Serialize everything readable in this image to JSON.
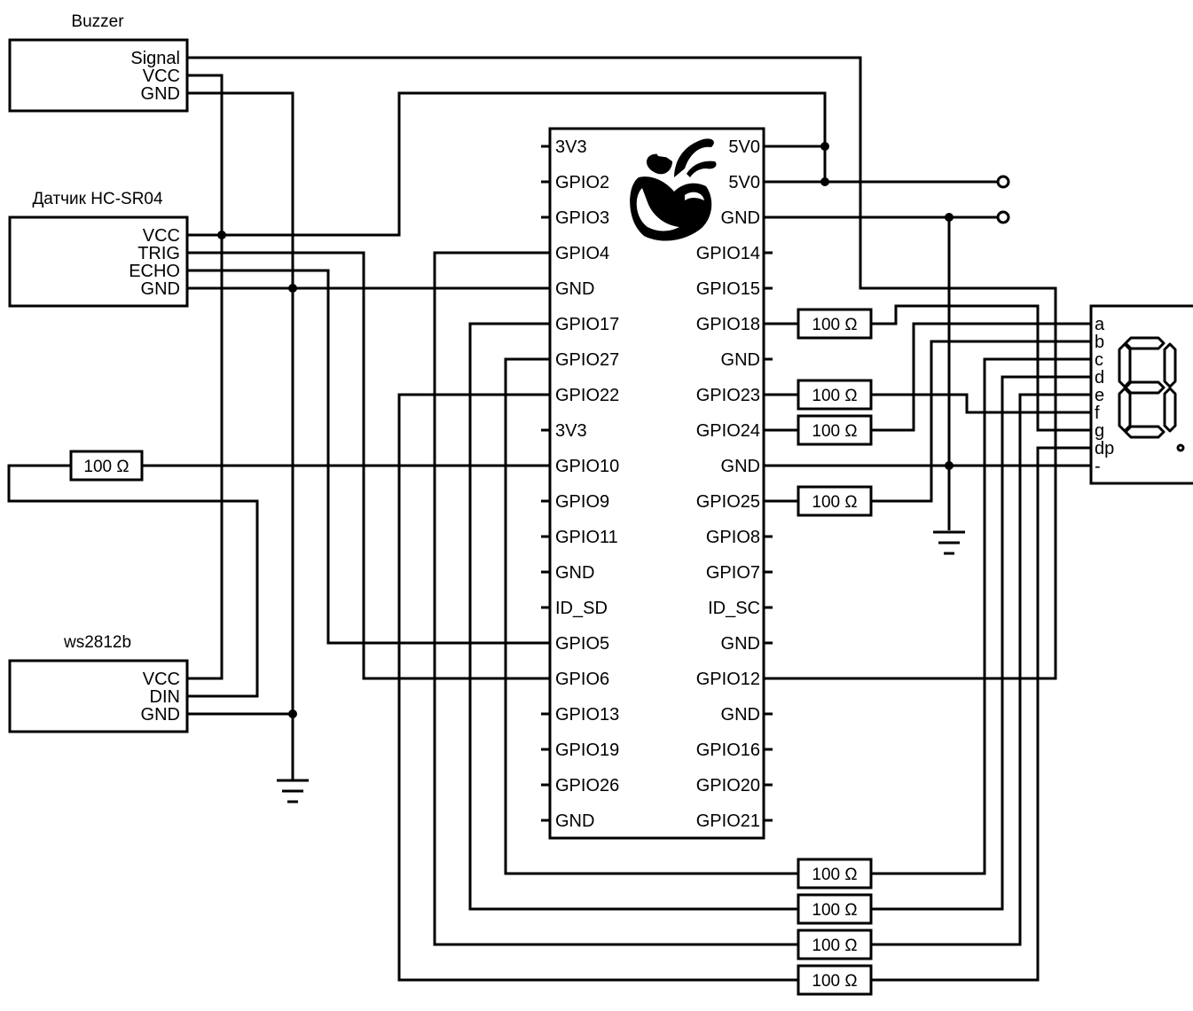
{
  "buzzer": {
    "title": "Buzzer",
    "pins": [
      "Signal",
      "VCC",
      "GND"
    ]
  },
  "sensor": {
    "title": "Датчик HC-SR04",
    "pins": [
      "VCC",
      "TRIG",
      "ECHO",
      "GND"
    ]
  },
  "led_strip": {
    "title": "ws2812b",
    "pins": [
      "VCC",
      "DIN",
      "GND"
    ]
  },
  "pi": {
    "left_pins": [
      "3V3",
      "GPIO2",
      "GPIO3",
      "GPIO4",
      "GND",
      "GPIO17",
      "GPIO27",
      "GPIO22",
      "3V3",
      "GPIO10",
      "GPIO9",
      "GPIO11",
      "GND",
      "ID_SD",
      "GPIO5",
      "GPIO6",
      "GPIO13",
      "GPIO19",
      "GPIO26",
      "GND"
    ],
    "right_pins": [
      "5V0",
      "5V0",
      "GND",
      "GPIO14",
      "GPIO15",
      "GPIO18",
      "GND",
      "GPIO23",
      "GPIO24",
      "GND",
      "GPIO25",
      "GPIO8",
      "GPIO7",
      "ID_SC",
      "GND",
      "GPIO12",
      "GND",
      "GPIO16",
      "GPIO20",
      "GPIO21"
    ]
  },
  "display": {
    "pins": [
      "a",
      "b",
      "c",
      "d",
      "e",
      "f",
      "g",
      "dp",
      "-"
    ]
  },
  "resistors": {
    "r_gpio10": "100 Ω",
    "r_gpio18": "100 Ω",
    "r_gpio23": "100 Ω",
    "r_gpio24": "100 Ω",
    "r_gpio25": "100 Ω",
    "r_gpio27": "100 Ω",
    "r_gpio17": "100 Ω",
    "r_gpio4": "100 Ω",
    "r_gpio22": "100 Ω"
  }
}
